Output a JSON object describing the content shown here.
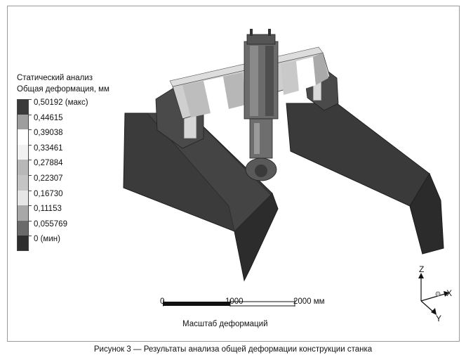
{
  "legend": {
    "title_line1": "Статический анализ",
    "title_line2": "Общая деформация, мм",
    "items": [
      {
        "label": "0,50192 (макс)",
        "color": "#3a3a3a"
      },
      {
        "label": "0,44615",
        "color": "#9e9e9e"
      },
      {
        "label": "0,39038",
        "color": "#ffffff"
      },
      {
        "label": "0,33461",
        "color": "#f2f2f2"
      },
      {
        "label": "0,27884",
        "color": "#b8b8b8"
      },
      {
        "label": "0,22307",
        "color": "#c4c4c4"
      },
      {
        "label": "0,16730",
        "color": "#e6e6e6"
      },
      {
        "label": "0,11153",
        "color": "#a8a8a8"
      },
      {
        "label": "0,055769",
        "color": "#6a6a6a"
      },
      {
        "label": "0 (мин)",
        "color": "#2e2e2e"
      }
    ]
  },
  "scale": {
    "label_start": "0",
    "label_mid": "1000",
    "label_end": "2000 мм",
    "title": "Масштаб деформаций"
  },
  "axes": {
    "z": "Z",
    "x": "X",
    "y": "Y"
  },
  "caption": "Рисунок 3 — Результаты анализа общей деформации конструкции станка"
}
